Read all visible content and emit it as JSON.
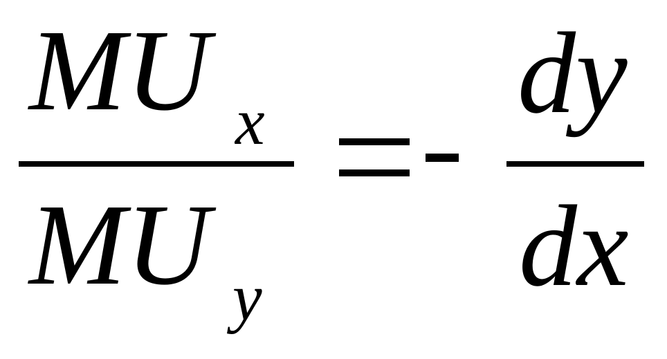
{
  "equation": {
    "left_fraction": {
      "numerator": {
        "base": "MU",
        "subscript": "x"
      },
      "denominator": {
        "base": "MU",
        "subscript": "y"
      }
    },
    "operator": "=-",
    "right_fraction": {
      "numerator": "dy",
      "denominator": "dx"
    }
  }
}
